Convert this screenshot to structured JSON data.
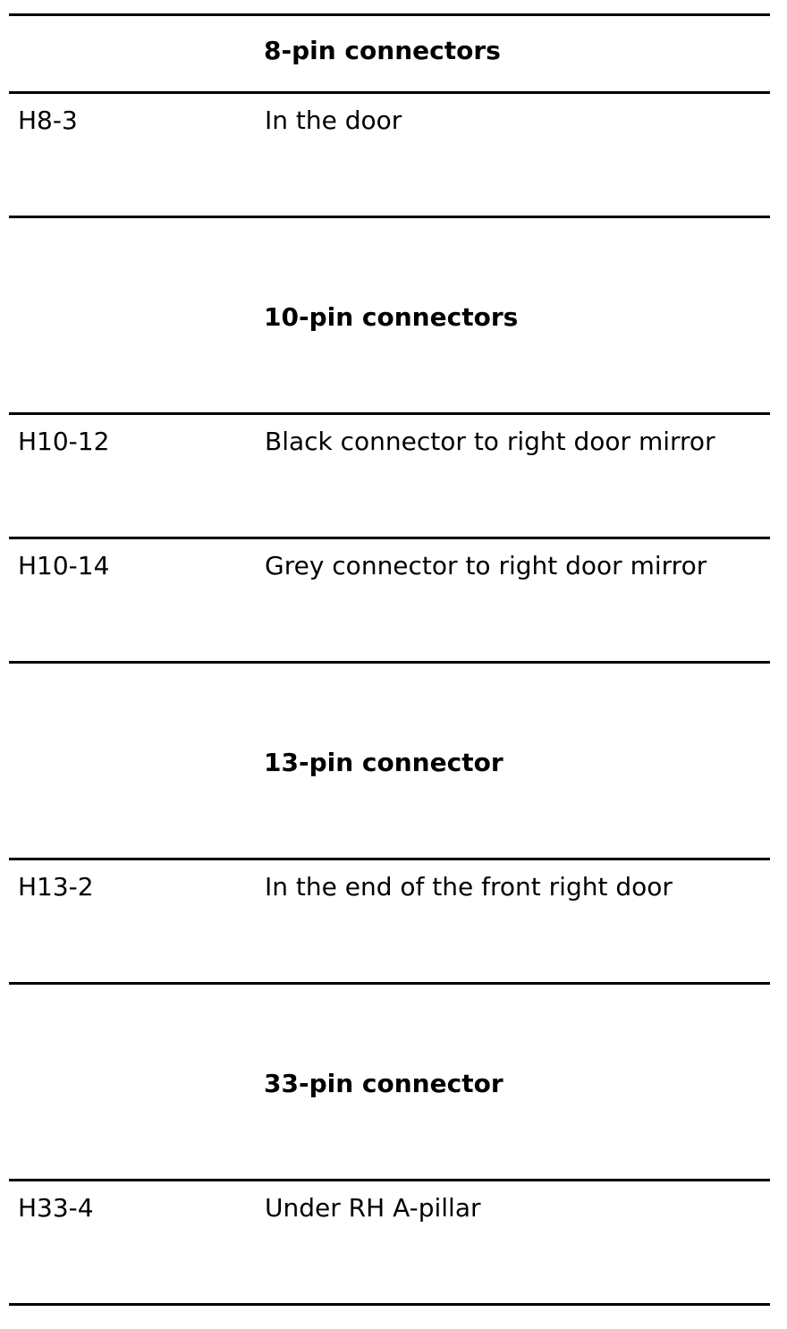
{
  "sections": [
    {
      "heading": "8-pin connectors",
      "rows": [
        {
          "code": "H8-3",
          "location": "In the door"
        }
      ]
    },
    {
      "heading": "10-pin connectors",
      "rows": [
        {
          "code": "H10-12",
          "location": "Black connector to right door mirror"
        },
        {
          "code": "H10-14",
          "location": "Grey connector to right door mirror"
        }
      ]
    },
    {
      "heading": "13-pin connector",
      "rows": [
        {
          "code": "H13-2",
          "location": "In the end of the front right door"
        }
      ]
    },
    {
      "heading": "33-pin connector",
      "rows": [
        {
          "code": "H33-4",
          "location": "Under RH A-pillar"
        }
      ]
    }
  ]
}
